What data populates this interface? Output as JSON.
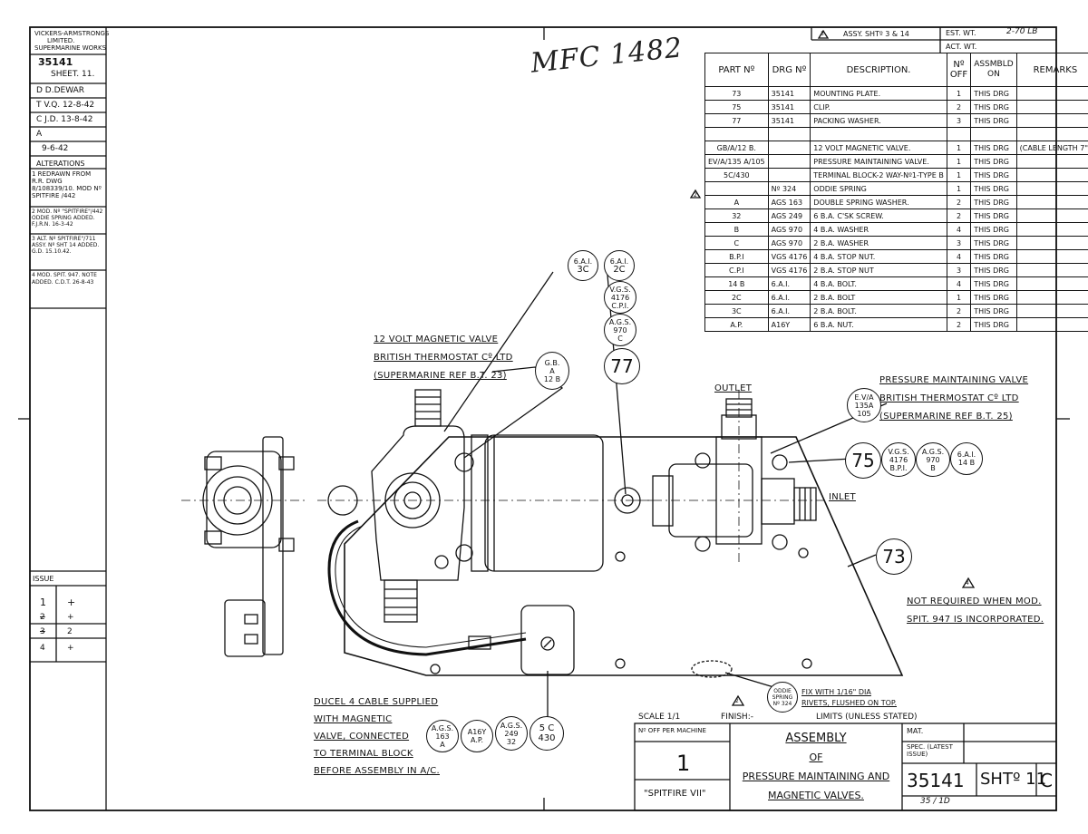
{
  "sidebar": {
    "company": [
      "VICKERS-ARMSTRONGS",
      "LIMITED.",
      "SUPERMARINE WORKS"
    ],
    "drawing_no": "35141",
    "sheet": "SHEET. 11.",
    "drawn": "D  D.DEWAR",
    "traced": "T  V.Q. 12-8-42",
    "checked": "C  J.D. 13-8-42",
    "approved": "A",
    "date": "9-6-42",
    "alterations_title": "ALTERATIONS",
    "alterations": [
      "1 REDRAWN FROM R.R. DWG 8/108339/10. MOD Nº SPITFIRE /442",
      "2  MOD. Nº \"SPITFIRE\"/442 ODDIE SPRING ADDED. F.J.R.N. 16-3-42",
      "3  ALT. Nº SPITFIRE\"/711 ASSY. Nº SHT 14 ADDED. G.D. 15.10.42.",
      "4  MOD. SPIT. 947. NOTE ADDED. C.D.T. 26-8-43"
    ],
    "issue_title": "ISSUE",
    "issues": [
      [
        "1",
        "+"
      ],
      [
        "2",
        "+"
      ],
      [
        "3",
        "2"
      ],
      [
        "4",
        "+"
      ]
    ]
  },
  "handwritten_number": "MFC 1482",
  "header": {
    "alt_ref": "3",
    "assy": "ASSY. SHTº 3 & 14",
    "est_wt_label": "EST. WT.",
    "est_wt_value": "2-70 LB",
    "act_wt_label": "ACT. WT."
  },
  "parts_table": {
    "headers": [
      "PART Nº",
      "DRG Nº",
      "DESCRIPTION.",
      "Nº OFF",
      "ASSMBLD ON",
      "REMARKS"
    ],
    "rows": [
      [
        "73",
        "35141",
        "MOUNTING PLATE.",
        "1",
        "THIS DRG",
        ""
      ],
      [
        "75",
        "35141",
        "CLIP.",
        "2",
        "THIS DRG",
        ""
      ],
      [
        "77",
        "35141",
        "PACKING WASHER.",
        "3",
        "THIS DRG",
        ""
      ],
      [
        "",
        "",
        "",
        "",
        "",
        ""
      ],
      [
        "GB/A/12 B.",
        "",
        "12 VOLT MAGNETIC VALVE.",
        "1",
        "THIS DRG",
        "(CABLE LENGTH 7\")"
      ],
      [
        "EV/A/135 A/105",
        "",
        "PRESSURE MAINTAINING VALVE.",
        "1",
        "THIS DRG",
        ""
      ],
      [
        "5C/430",
        "",
        "TERMINAL BLOCK-2 WAY-Nº1-TYPE B",
        "1",
        "THIS DRG",
        ""
      ],
      [
        "",
        "Nº 324",
        "ODDIE SPRING",
        "1",
        "THIS DRG",
        ""
      ],
      [
        "A",
        "AGS 163",
        "DOUBLE SPRING WASHER.",
        "2",
        "THIS DRG",
        ""
      ],
      [
        "32",
        "AGS 249",
        "6 B.A. C'SK SCREW.",
        "2",
        "THIS DRG",
        ""
      ],
      [
        "B",
        "AGS 970",
        "4 B.A. WASHER",
        "4",
        "THIS DRG",
        ""
      ],
      [
        "C",
        "AGS 970",
        "2 B.A. WASHER",
        "3",
        "THIS DRG",
        ""
      ],
      [
        "B.P.I",
        "VGS 4176",
        "4 B.A. STOP NUT.",
        "4",
        "THIS DRG",
        ""
      ],
      [
        "C.P.I",
        "VGS 4176",
        "2 B.A. STOP NUT",
        "3",
        "THIS DRG",
        ""
      ],
      [
        "14 B",
        "6.A.I.",
        "4 B.A. BOLT.",
        "4",
        "THIS DRG",
        ""
      ],
      [
        "2C",
        "6.A.I.",
        "2 B.A. BOLT",
        "1",
        "THIS DRG",
        ""
      ],
      [
        "3C",
        "6.A.I.",
        "2 B.A. BOLT.",
        "2",
        "THIS DRG",
        ""
      ],
      [
        "A.P.",
        "A16Y",
        "6 B.A. NUT.",
        "2",
        "THIS DRG",
        ""
      ]
    ],
    "oddie_mark": "2"
  },
  "callouts": {
    "magnetic_valve": [
      "12 VOLT MAGNETIC VALVE",
      "BRITISH THERMOSTAT Cº LTD",
      "(SUPERMARINE REF B.T. 23)"
    ],
    "pressure_valve": [
      "PRESSURE MAINTAINING VALVE",
      "BRITISH THERMOSTAT Cº LTD",
      "(SUPERMARINE REF B.T. 25)"
    ],
    "outlet": "OUTLET",
    "inlet": "INLET",
    "cable_note": [
      "DUCEL 4 CABLE SUPPLIED",
      "WITH MAGNETIC",
      "VALVE, CONNECTED",
      "TO TERMINAL BLOCK",
      "BEFORE ASSEMBLY IN A/C."
    ],
    "mod_note": [
      "NOT REQUIRED WHEN MOD.",
      "SPIT. 947 IS INCORPORATED."
    ],
    "mod_mark": "4",
    "oddie_note_mark": "2",
    "oddie_note": [
      "FIX WITH 1/16\" DIA",
      "RIVETS, FLUSHED ON TOP."
    ],
    "oddie_bubble": [
      "ODDIE",
      "SPRING",
      "Nº 324"
    ]
  },
  "bubbles": {
    "b6ai3c": [
      "6.A.I.",
      "3C"
    ],
    "b6ai2c": [
      "6.A.I.",
      "2C"
    ],
    "bvgs": [
      "V.G.S.",
      "4176",
      "C.P.I."
    ],
    "bags970c": [
      "A.G.S.",
      "970",
      "C"
    ],
    "b77": "77",
    "bgb": [
      "G.B.",
      "A",
      "12 B"
    ],
    "bev": [
      "E.V/A",
      "135A",
      "105"
    ],
    "b75": "75",
    "bvgs_b": [
      "V.G.S.",
      "4176",
      "B.P.I."
    ],
    "bags970b": [
      "A.G.S.",
      "970",
      "B"
    ],
    "b6ai14b": [
      "6.A.I.",
      "14 B"
    ],
    "b73": "73",
    "bags163": [
      "A.G.S.",
      "163",
      "A"
    ],
    "ba16y": [
      "A16Y",
      "A.P."
    ],
    "bags249": [
      "A.G.S.",
      "249",
      "32"
    ],
    "b5c": [
      "5 C",
      "430"
    ]
  },
  "title_block": {
    "scale": "SCALE 1/1",
    "finish": "FINISH:-",
    "limits": "LIMITS (UNLESS STATED)",
    "off_per_machine_label": "Nº OFF PER MACHINE",
    "off_per_machine": "1",
    "aircraft": "\"SPITFIRE VII\"",
    "title": [
      "ASSEMBLY",
      "OF",
      "PRESSURE MAINTAINING AND",
      "MAGNETIC VALVES."
    ],
    "mat": "MAT.",
    "spec": "SPEC. (LATEST ISSUE)",
    "drawing_no": "35141",
    "sheet": "SHTº 11",
    "rev": "C",
    "handwritten": "35 /   1D"
  }
}
